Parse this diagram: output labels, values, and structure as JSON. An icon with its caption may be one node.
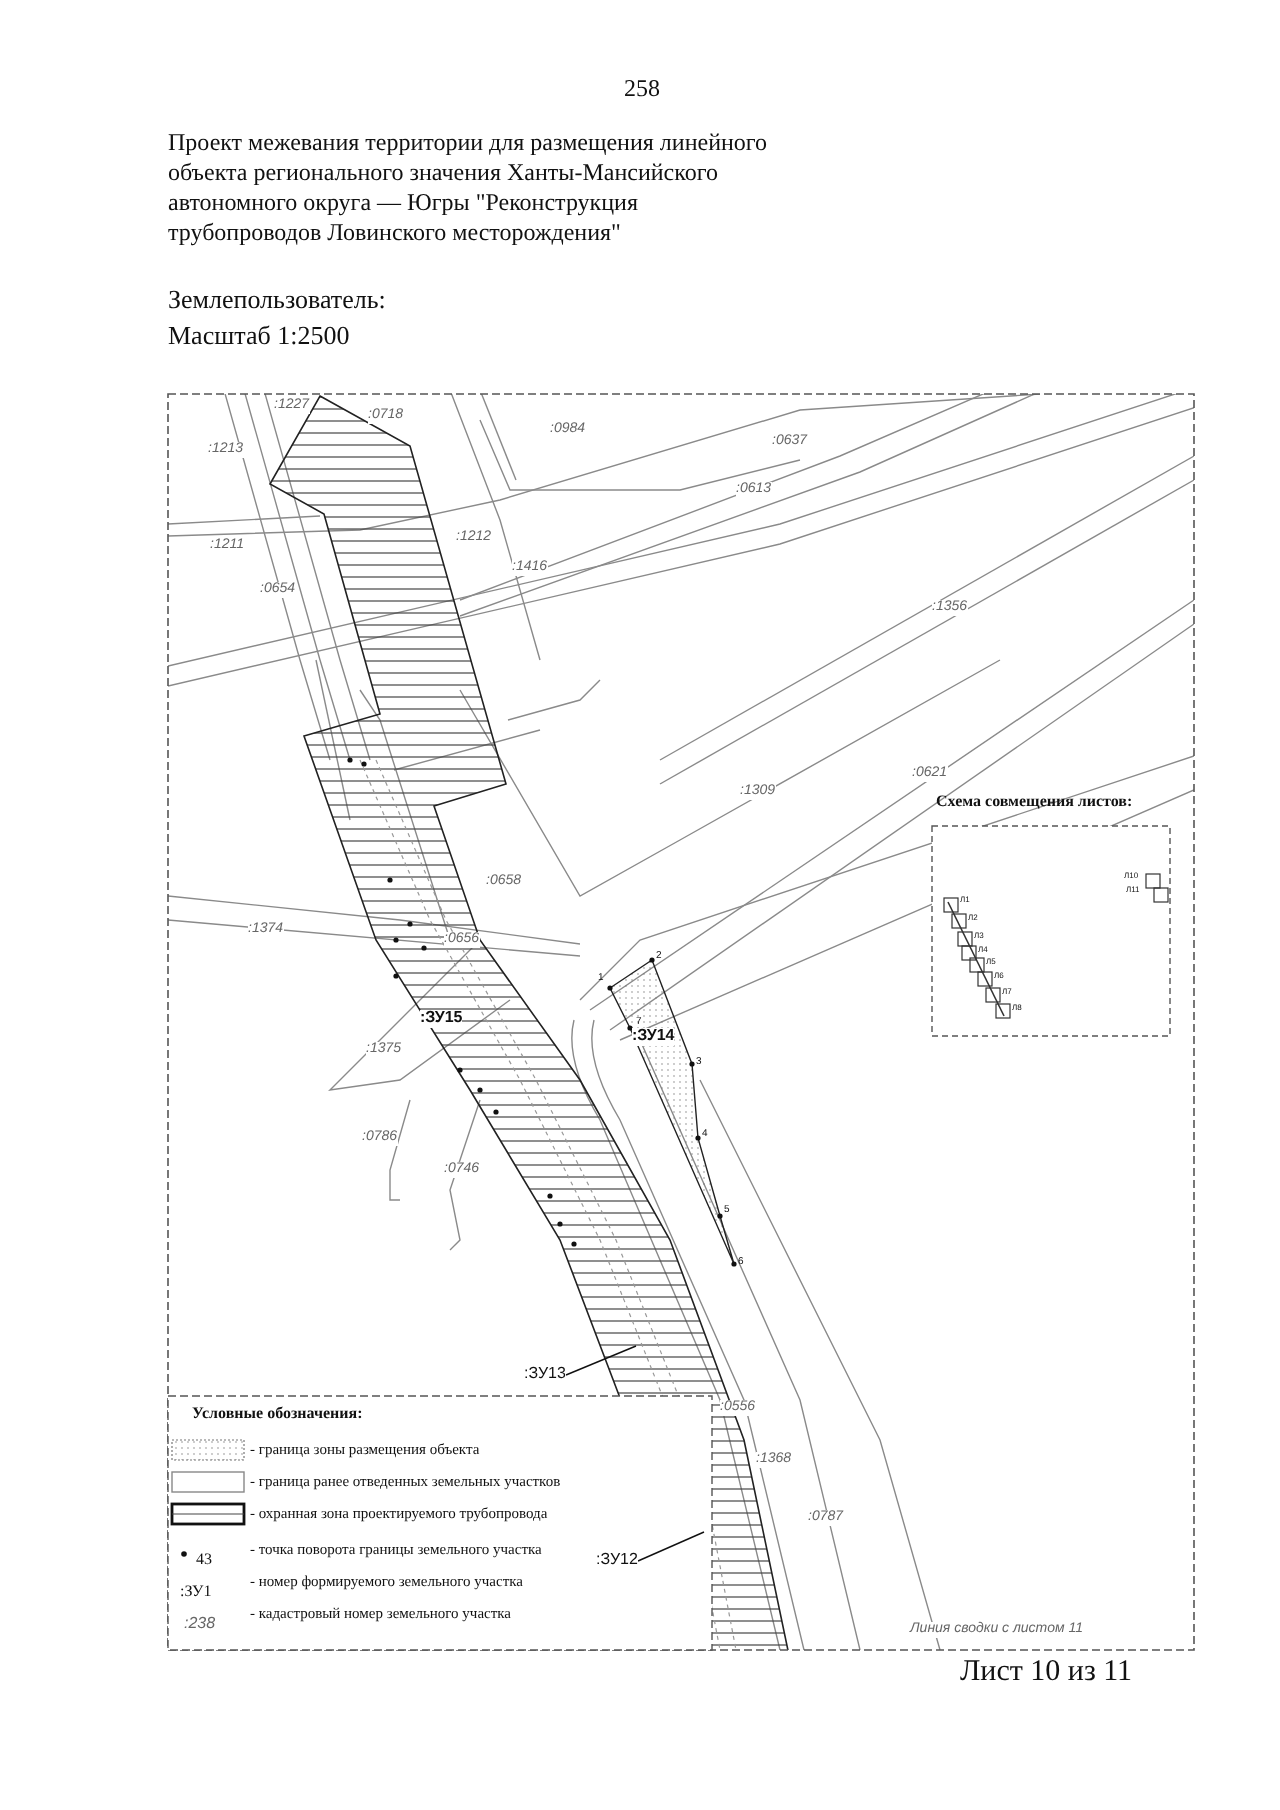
{
  "diagram": {
    "title": "Проект межевания территории для размещения линейного объекта регионального значения Ханты-Мансийского автономного округа — Югры \"Реконструкция трубопроводов Ловинского месторождения\"",
    "nodes": [
      {
        "text": [
          ":ЗУ13"
        ]
      },
      {
        "text": [
          ":ЗУ12"
        ]
      }
    ],
    "edges": [
      {
        "from": 0,
        "to": null,
        "arrow": "none"
      },
      {
        "from": 1,
        "to": null,
        "arrow": "none"
      }
    ],
    "labels": [
      "258",
      "Землепользователь:",
      "Масштаб 1:2500",
      ":1227",
      ":0718",
      ":1213",
      ":0984",
      ":0637",
      ":0613",
      ":1212",
      ":1211",
      ":1416",
      ":0654",
      ":1356",
      ":0621",
      ":1309",
      ":0658",
      ":1374",
      ":0656",
      ":ЗУ15",
      ":ЗУ14",
      ":1375",
      ":0786",
      ":0746",
      "2",
      "1",
      "7",
      "3",
      "4",
      "5",
      "6",
      "Схема совмещения листов:",
      "Л1",
      "Л2",
      "Л3",
      "Л4",
      "Л5",
      "Л6",
      "Л7",
      "Л8",
      "Л10",
      "Л11",
      ":0556",
      ":1368",
      ":0787",
      "Условные обозначения:",
      "43",
      ":ЗУ1",
      ":238",
      "Линия сводки с листом 11",
      "Лист 10 из 11"
    ],
    "legend": [
      {
        "text": "- граница зоны размещения объекта"
      },
      {
        "text": "- граница ранее отведенных земельных участков"
      },
      {
        "text": "- охранная зона проектируемого трубопровода"
      },
      {
        "text": "- точка поворота границы земельного участка"
      },
      {
        "text": "- номер формируемого земельного участка"
      },
      {
        "text": "- кадастровый номер земельного участка"
      }
    ]
  }
}
